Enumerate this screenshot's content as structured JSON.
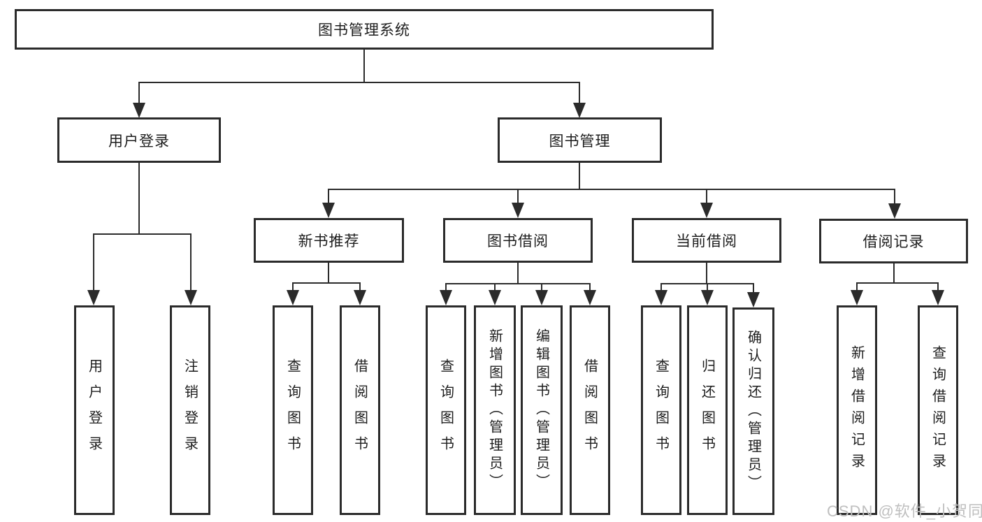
{
  "tree": {
    "root": {
      "label": "图书管理系统"
    },
    "branches": [
      {
        "label": "用户登录",
        "children": [
          {
            "label": "用户登录"
          },
          {
            "label": "注销登录"
          }
        ]
      },
      {
        "label": "图书管理",
        "groups": [
          {
            "label": "新书推荐",
            "children": [
              {
                "label": "查询图书"
              },
              {
                "label": "借阅图书"
              }
            ]
          },
          {
            "label": "图书借阅",
            "children": [
              {
                "label": "查询图书"
              },
              {
                "label": "新增图书（管理员）"
              },
              {
                "label": "编辑图书（管理员）"
              },
              {
                "label": "借阅图书"
              }
            ]
          },
          {
            "label": "当前借阅",
            "children": [
              {
                "label": "查询图书"
              },
              {
                "label": "归还图书"
              },
              {
                "label": "确认归还（管理员）"
              }
            ]
          },
          {
            "label": "借阅记录",
            "children": [
              {
                "label": "新增借阅记录"
              },
              {
                "label": "查询借阅记录"
              }
            ]
          }
        ]
      }
    ]
  },
  "watermark": {
    "text": "CSDN @软件_小贺同学"
  },
  "colors": {
    "background": "#ffffff",
    "line": "#2b2b2b",
    "box_border": "#2b2b2b",
    "text": "#1d1d1d",
    "watermark": "#bfbfbf"
  }
}
